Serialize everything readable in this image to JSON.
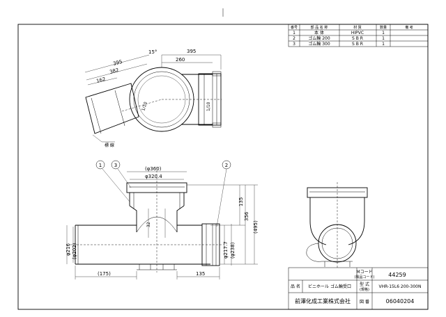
{
  "parts_table": {
    "headers": [
      "番号",
      "部 品 名 称",
      "材 質",
      "数量",
      "備 考"
    ],
    "rows": [
      {
        "no": "1",
        "name": "本 体",
        "material": "HIPVC",
        "qty": "1",
        "note": ""
      },
      {
        "no": "2",
        "name": "ゴム輪 200",
        "material": "S B R",
        "qty": "1",
        "note": ""
      },
      {
        "no": "3",
        "name": "ゴム輪 300",
        "material": "S B R",
        "qty": "1",
        "note": ""
      }
    ]
  },
  "top_view": {
    "dim_395_left": "395",
    "dim_382": "382",
    "dim_162": "162",
    "angle_15": "15°",
    "dim_395_right": "395",
    "dim_260": "260",
    "slope_a": "1/10",
    "slope_b": "1/10",
    "callout": "標 線"
  },
  "front_view": {
    "callout_1": "1",
    "callout_2": "2",
    "callout_3": "3",
    "dim_360": "(φ360)",
    "dim_320_4": "φ320.4",
    "dim_32": "32",
    "dim_135_top": "135",
    "dim_356": "356",
    "dim_495": "(495)",
    "dim_216": "φ216",
    "dim_202": "(φ202)",
    "dim_217_7": "φ217.7",
    "dim_238": "(φ238)",
    "dim_175": "(175)",
    "dim_135_bottom": "135"
  },
  "title_block": {
    "mcode_label": "Mコード",
    "mcode_sub": "(製品コード)",
    "mcode_value": "44259",
    "name_label": "品 名",
    "name_value": "ビニホール ゴム輪受口",
    "model_label": "型 式",
    "model_sub": "(規格)",
    "model_value": "VHR-15L6 200-300N",
    "company": "前澤化成工業株式会社",
    "drawing_label": "図 番",
    "drawing_value": "06040204"
  }
}
